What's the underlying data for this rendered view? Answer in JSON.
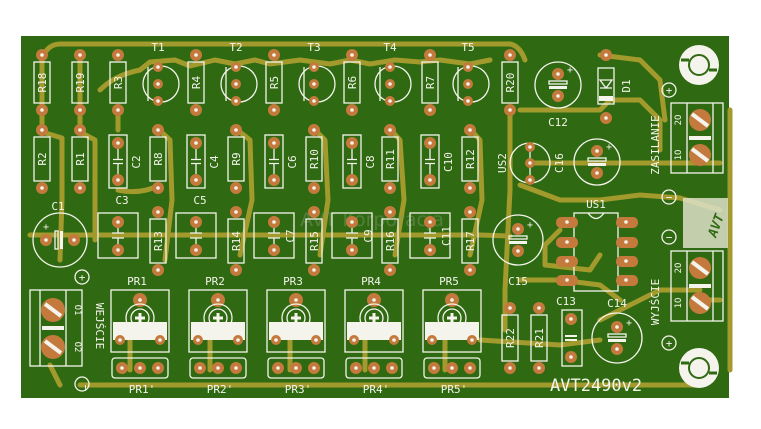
{
  "board": {
    "title": "AVT2490v2",
    "watermark": "AVT Korporacja",
    "logo": "AVT",
    "colors": {
      "substrate": "#2f6912",
      "trace": "#a29a2c",
      "pad": "#c47a3c",
      "silkscreen": "#f4f4ec",
      "background": "#ffffff"
    }
  },
  "connectors": {
    "power": {
      "label": "ZASILANIE",
      "pin1": "1O",
      "pin2": "2O",
      "plus": "+",
      "minus": "−"
    },
    "output": {
      "label": "WYJŚCIE",
      "pin1": "1O",
      "pin2": "2O",
      "plus": "+",
      "minus": "−"
    },
    "input": {
      "label": "WEJŚCIE",
      "pin1": "O1",
      "pin2": "O2",
      "plus": "+",
      "minus": "−"
    }
  },
  "components": {
    "top_resistors": [
      "R18",
      "R19",
      "R3",
      "R4",
      "R5",
      "R6",
      "R7",
      "R20"
    ],
    "transistors": [
      "T1",
      "T2",
      "T3",
      "T4",
      "T5"
    ],
    "row2": [
      {
        "ref": "R2",
        "kind": "R"
      },
      {
        "ref": "R1",
        "kind": "R"
      },
      {
        "ref": "C2",
        "kind": "C"
      },
      {
        "ref": "R8",
        "kind": "R"
      },
      {
        "ref": "C4",
        "kind": "C"
      },
      {
        "ref": "R9",
        "kind": "R"
      },
      {
        "ref": "C6",
        "kind": "C"
      },
      {
        "ref": "R10",
        "kind": "R"
      },
      {
        "ref": "C8",
        "kind": "C"
      },
      {
        "ref": "R11",
        "kind": "R"
      },
      {
        "ref": "C10",
        "kind": "C"
      },
      {
        "ref": "R12",
        "kind": "R"
      }
    ],
    "row3_caps": [
      "C3",
      "C5",
      "C7",
      "C9",
      "C11"
    ],
    "row3_res": [
      "R13",
      "R14",
      "R15",
      "R16",
      "R17"
    ],
    "pots": [
      "PR1",
      "PR2",
      "PR3",
      "PR4",
      "PR5"
    ],
    "pot_headers": [
      "PR1'",
      "PR2'",
      "PR3'",
      "PR4'",
      "PR5'"
    ],
    "c1": "C1",
    "c12": "C12",
    "d1": "D1",
    "us2": "US2",
    "c16": "C16",
    "us1": "US1",
    "c15": "C15",
    "c13": "C13",
    "c14": "C14",
    "r22": "R22",
    "r21": "R21",
    "polarity_plus": "+"
  }
}
